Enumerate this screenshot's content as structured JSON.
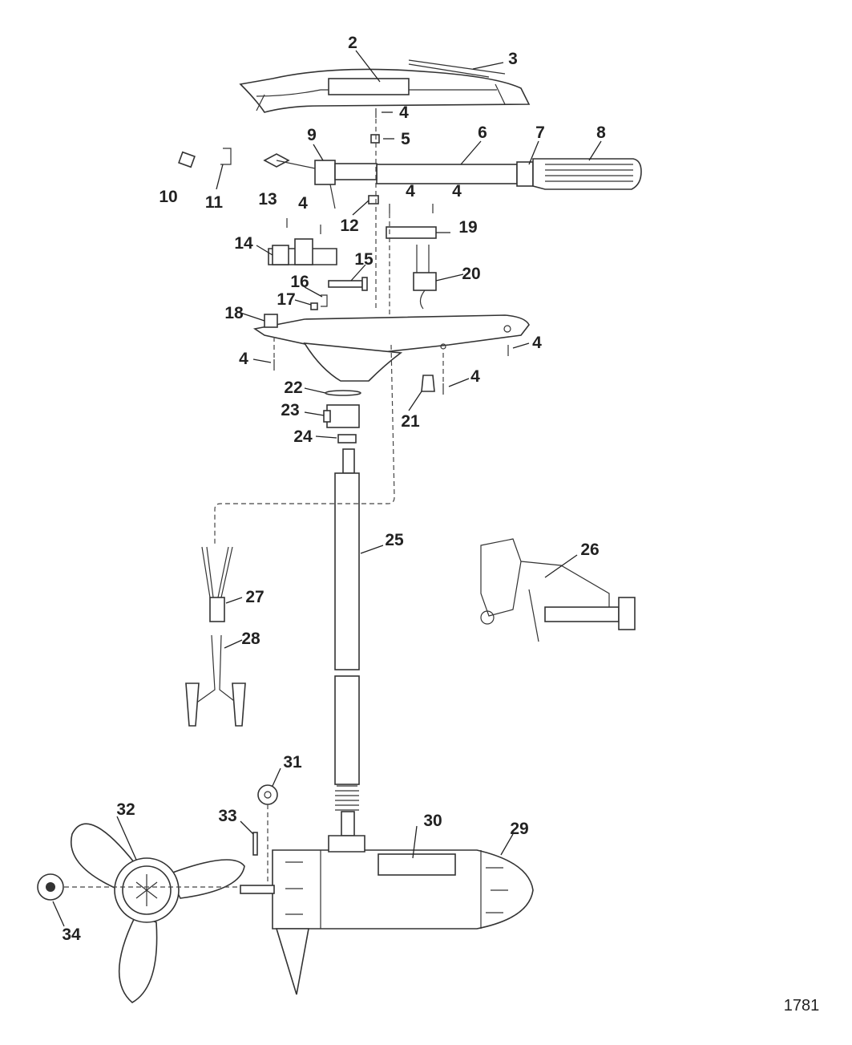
{
  "diagram": {
    "drawing_number": "1781",
    "callouts": [
      "2",
      "3",
      "4",
      "5",
      "6",
      "7",
      "8",
      "9",
      "10",
      "11",
      "12",
      "13",
      "14",
      "15",
      "16",
      "17",
      "18",
      "19",
      "20",
      "21",
      "22",
      "23",
      "24",
      "25",
      "26",
      "27",
      "28",
      "29",
      "30",
      "31",
      "32",
      "33",
      "34"
    ],
    "repeated_callout": "4"
  }
}
